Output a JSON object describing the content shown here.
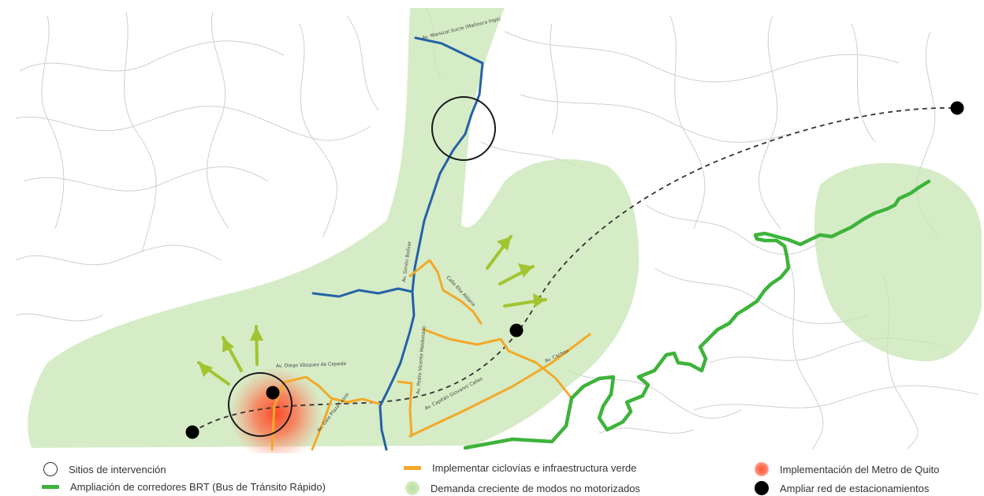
{
  "colors": {
    "bus_route": "#2462a6",
    "bike": "#f3a928",
    "brt": "#3db33a",
    "arrow": "#a2c431",
    "demand": "#c8e5b4",
    "metro": "#ff5533",
    "streets": "#cfcfcf",
    "parking": "#000000"
  },
  "streets": [
    "Av. Mariscal Sucre (Mañosca Inga)",
    "Av. Simón Bolívar",
    "Calle Elia Aldana",
    "Av. Diego Vásquez de Cepeda",
    "Av. Pedro Vicente Maldonado",
    "Av. Capitán Giovanni Calles",
    "Av. Cachoa",
    "Av. Galo Plaza Lasso"
  ],
  "legend": {
    "intervention": "Sitios de intervención",
    "brt": "Ampliación de corredores BRT (Bus de Tránsito Rápido)",
    "bike": "Implementar ciclovías e infraestructura verde",
    "demand": "Demanda creciente de modos no motorizados",
    "metro": "Implementación del Metro de Quito",
    "parking": "Ampliar red de estacionamientos"
  }
}
